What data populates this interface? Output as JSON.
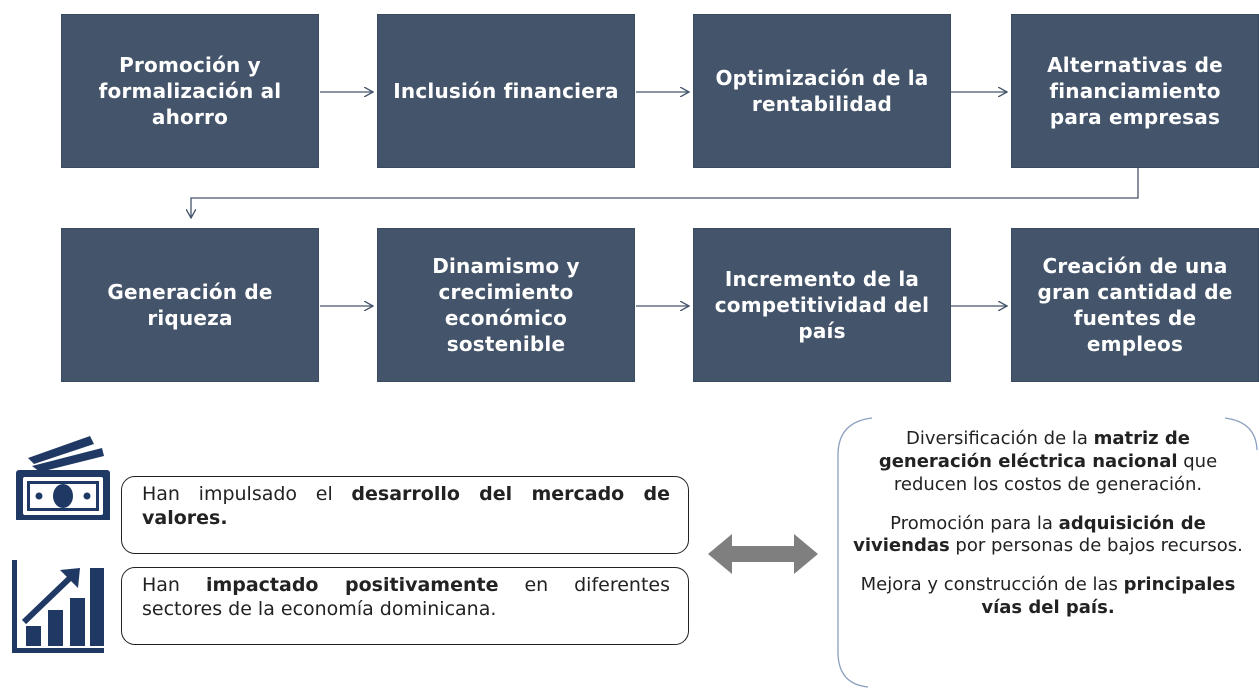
{
  "flow": {
    "row1": [
      "Promoción y formalización al ahorro",
      "Inclusión financiera",
      "Optimización de la rentabilidad",
      "Alternativas de financiamiento para empresas"
    ],
    "row2": [
      "Generación de riqueza",
      "Dinamismo y crecimiento económico sostenible",
      "Incremento de la competitividad del país",
      "Creación de una gran cantidad de fuentes de empleos"
    ]
  },
  "left_boxes": {
    "box1": {
      "pre": "Han impulsado el ",
      "bold": "desarrollo del mercado de valores.",
      "post": ""
    },
    "box2": {
      "pre": "Han ",
      "bold": "impactado positivamente",
      "post": " en diferentes sectores de la economía dominicana."
    }
  },
  "right_panel": {
    "item1": {
      "pre": "Diversificación de la ",
      "bold": "matriz de generación eléctrica nacional",
      "post": " que reducen los costos de generación."
    },
    "item2": {
      "pre": "Promoción para la ",
      "bold": "adquisición de viviendas",
      "post": " por personas de bajos recursos."
    },
    "item3": {
      "pre": "Mejora y construcción de las ",
      "bold": "principales vías del país.",
      "post": ""
    }
  },
  "icons": [
    "money-icon",
    "bar-chart-growth-icon",
    "double-arrow-icon"
  ],
  "colors": {
    "box_fill": "#44546a",
    "icon_navy": "#1f3864",
    "arrow_gray": "#7f7f7f"
  }
}
